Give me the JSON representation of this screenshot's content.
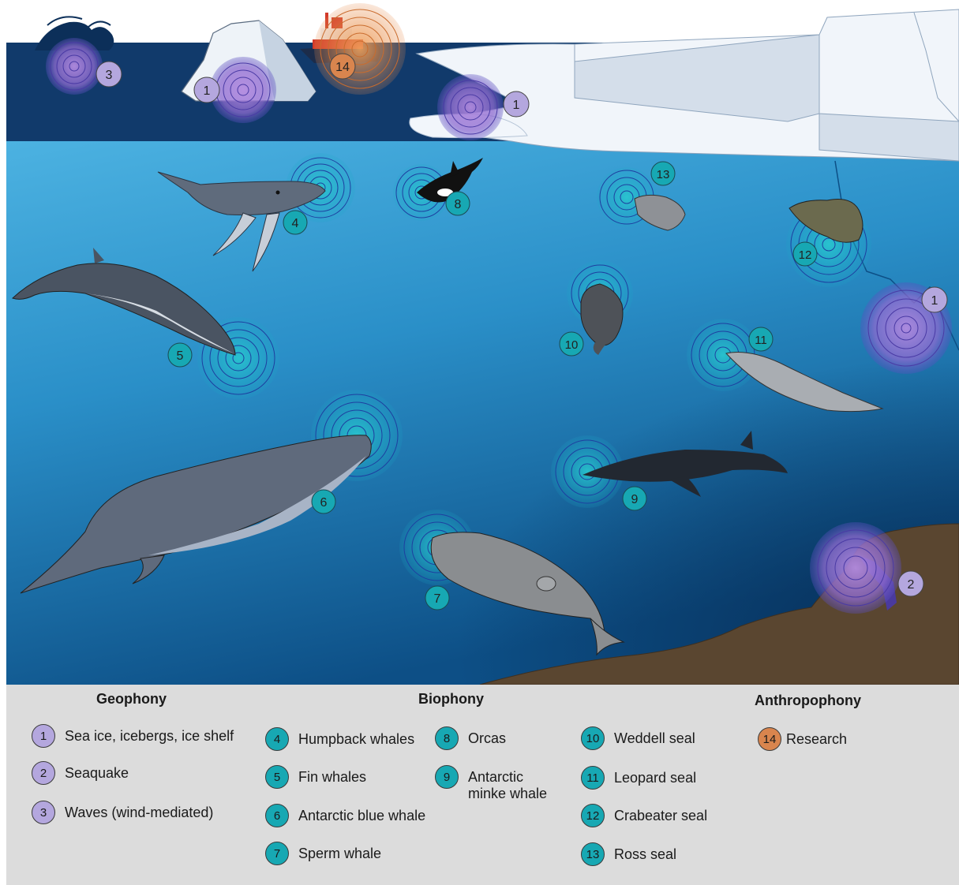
{
  "categories": {
    "geophony": "Geophony",
    "biophony": "Biophony",
    "anthropophony": "Anthropophony"
  },
  "legend": {
    "geophony": [
      {
        "number": "1",
        "label": "Sea ice, icebergs, ice shelf"
      },
      {
        "number": "2",
        "label": "Seaquake"
      },
      {
        "number": "3",
        "label": "Waves (wind-mediated)"
      }
    ],
    "biophony_col1": [
      {
        "number": "4",
        "label": "Humpback whales"
      },
      {
        "number": "5",
        "label": "Fin whales"
      },
      {
        "number": "6",
        "label": "Antarctic blue whale"
      },
      {
        "number": "7",
        "label": "Sperm whale"
      }
    ],
    "biophony_col2": [
      {
        "number": "8",
        "label": "Orcas"
      },
      {
        "number": "9",
        "label_line1": "Antarctic",
        "label_line2": "minke whale"
      }
    ],
    "biophony_col3": [
      {
        "number": "10",
        "label": "Weddell seal"
      },
      {
        "number": "11",
        "label": "Leopard seal"
      },
      {
        "number": "12",
        "label": "Crabeater seal"
      },
      {
        "number": "13",
        "label": "Ross seal"
      }
    ],
    "anthropophony": [
      {
        "number": "14",
        "label": "Research"
      }
    ]
  },
  "scene_markers": {
    "waves": "3",
    "iceberg": "1",
    "ship": "14",
    "sea_ice": "1",
    "ice_shelf": "1",
    "seaquake": "2",
    "humpback": "4",
    "fin": "5",
    "blue": "6",
    "sperm": "7",
    "orca": "8",
    "minke": "9",
    "weddell": "10",
    "leopard": "11",
    "crabeater": "12",
    "ross": "13"
  },
  "colors": {
    "geophony": "#b4a7de",
    "biophony": "#17a8b3",
    "anthropophony": "#d9854e",
    "deep_water": "#0e3d6e",
    "surface_water": "#113a6b",
    "shallow_water": "#3ba6d8",
    "seafloor": "#5a4630",
    "ice": "#f2f6fb",
    "legend_bg": "#dcdcdc"
  }
}
